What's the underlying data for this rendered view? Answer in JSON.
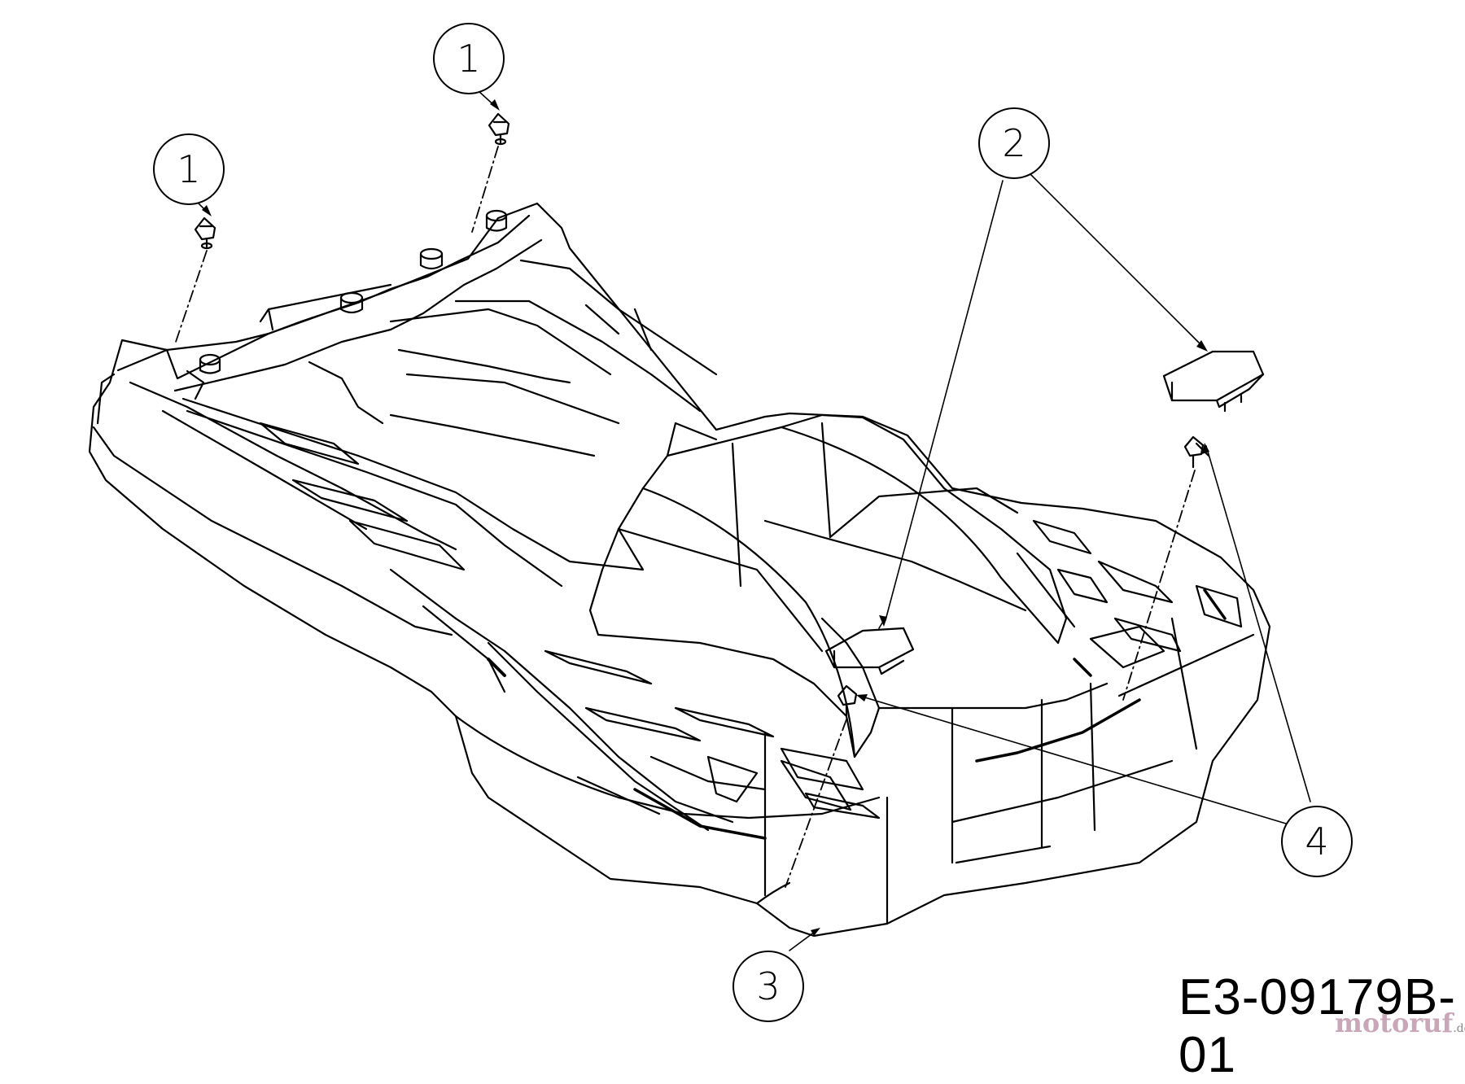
{
  "diagram": {
    "drawing_number": "E3-09179B-01",
    "watermark": {
      "brand": "motoruf",
      "domain": ".de"
    },
    "callouts": [
      {
        "id": "callout-1a",
        "label": "1"
      },
      {
        "id": "callout-1b",
        "label": "1"
      },
      {
        "id": "callout-2",
        "label": "2"
      },
      {
        "id": "callout-3",
        "label": "3"
      },
      {
        "id": "callout-4",
        "label": "4"
      }
    ]
  }
}
